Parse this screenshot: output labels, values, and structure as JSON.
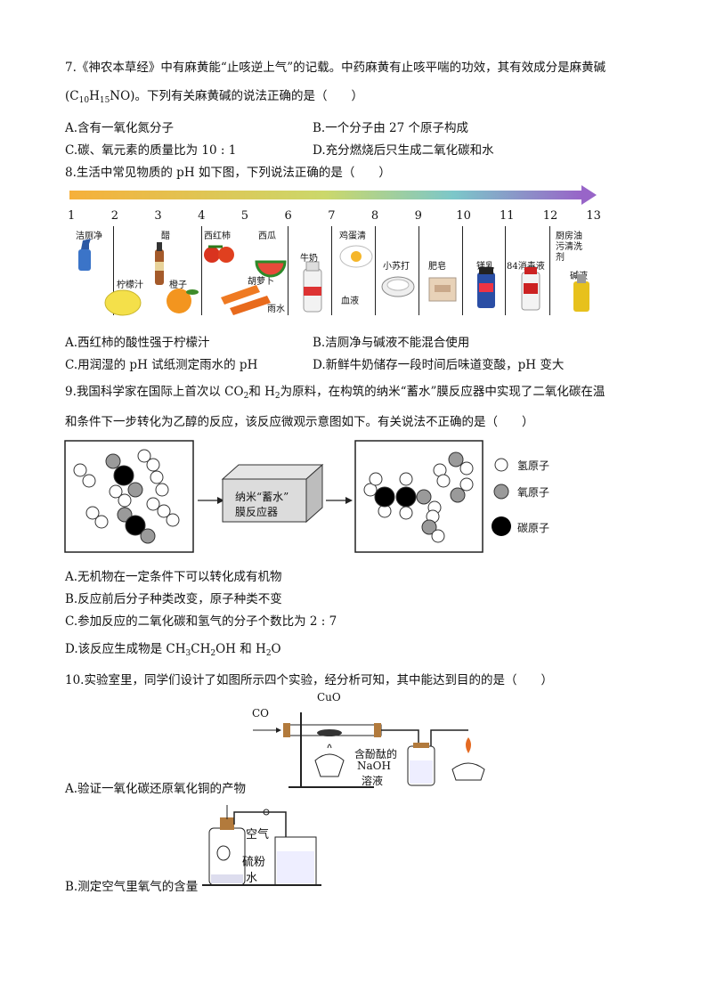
{
  "q7": {
    "stem1": "7.《神农本草经》中有麻黄能“止咳逆上气”的记载。中药麻黄有止咳平喘的功效，其有效成分是麻黄碱",
    "formula_prefix": "(C",
    "f_c": "10",
    "f_h_el": "H",
    "f_h": "15",
    "f_rest": "NO)",
    "stem2": "。下列有关麻黄碱的说法正确的是（　　）",
    "A": "A.含有一氧化氮分子",
    "B": "B.一个分子由 27 个原子构成",
    "C": "C.碳、氧元素的质量比为 10 : 1",
    "D": "D.充分燃烧后只生成二氧化碳和水"
  },
  "q8": {
    "stem": "8.生活中常见物质的 pH 如下图，下列说法正确的是（　　）",
    "ticks": [
      "1",
      "2",
      "3",
      "4",
      "5",
      "6",
      "7",
      "8",
      "9",
      "10",
      "11",
      "12",
      "13"
    ],
    "items": {
      "jiecejing": "洁厕净",
      "ningmeng": "柠檬汁",
      "cu": "醋",
      "chengzi": "橙子",
      "xihongshi": "西红柿",
      "xigua": "西瓜",
      "huluobu": "胡萝卜",
      "yushui": "雨水",
      "niunai": "牛奶",
      "jidanqing": "鸡蛋清",
      "xueye": "血液",
      "xiaosuda": "小苏打",
      "feizao": "肥皂",
      "meiru": "镁乳",
      "xiaodu": "84消毒液",
      "chufang1": "厨房油",
      "chufang2": "污清洗",
      "chufang3": "剂",
      "jianye": "碱液"
    },
    "A": "A.西红柿的酸性强于柠檬汁",
    "B": "B.洁厕净与碱液不能混合使用",
    "C": "C.用润湿的 pH 试纸测定雨水的 pH",
    "D": "D.新鲜牛奶储存一段时间后味道变酸，pH 变大"
  },
  "q9": {
    "stem1a": "9.我国科学家在国际上首次以 CO",
    "stem1b": "和 H",
    "stem1c": "为原料，在构筑的纳米“蓄水”膜反应器中实现了二氧化碳在温",
    "sub2": "2",
    "stem2": "和条件下一步转化为乙醇的反应，该反应微观示意图如下。有关说法不正确的是（　　）",
    "reactor1": "纳米“蓄水”",
    "reactor2": "膜反应器",
    "legend_h": "氢原子",
    "legend_o": "氧原子",
    "legend_c": "碳原子",
    "A": "A.无机物在一定条件下可以转化成有机物",
    "B": "B.反应前后分子种类改变，原子种类不变",
    "C": "C.参加反应的二氧化碳和氢气的分子个数比为 2 : 7",
    "D_pre": "D.该反应生成物是 CH",
    "D_mid1": "CH",
    "D_mid2": "OH 和 H",
    "D_end": "O"
  },
  "q10": {
    "stem": "10.实验室里，同学们设计了如图所示四个实验，经分析可知，其中能达到目的的是（　　）",
    "co": "CO",
    "cuo": "CuO",
    "naoh1": "含酚酞的",
    "naoh2": "NaOH",
    "naoh3": "溶液",
    "A": "A.验证一氧化碳还原氧化铜的产物",
    "air": "空气",
    "sulfur": "硫粉",
    "water": "水",
    "B": "B.测定空气里氧气的含量"
  },
  "colors": {
    "gradient_start": "#f7b23b",
    "gradient_mid": "#c8d86a",
    "gradient_end": "#9b6fc6"
  }
}
